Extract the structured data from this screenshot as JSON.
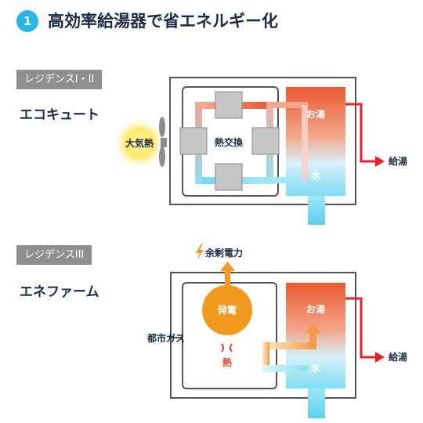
{
  "header": {
    "number": "1",
    "title": "高効率給湯器で省エネルギー化"
  },
  "section1": {
    "tag": "レジデンスI・II",
    "name": "エコキュート",
    "air_label": "大気熱",
    "exchange_label": "熱交換",
    "hot_water_label": "お湯",
    "water_label": "水",
    "supply_label": "給湯"
  },
  "section2": {
    "tag": "レジデンスIII",
    "name": "エネファーム",
    "power_label": "余剰電力",
    "gas_label": "都市ガス",
    "generation_label": "発電",
    "heat_label": "熱",
    "hot_water_label": "お湯",
    "water_label": "水",
    "supply_label": "給湯"
  },
  "colors": {
    "accent": "#27b6e6",
    "hot": "#e8452a",
    "cold": "#6fd7f0",
    "orange": "#f39a1e",
    "tag_gray": "#8f8f8f",
    "frame": "#555555"
  }
}
